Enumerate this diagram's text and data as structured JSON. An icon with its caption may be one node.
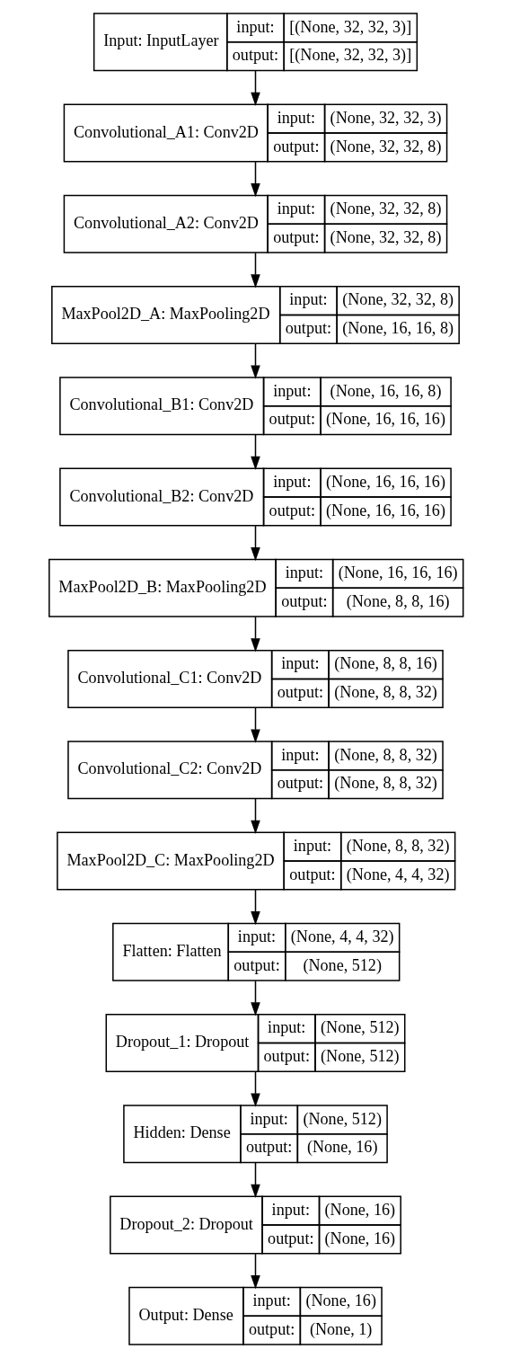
{
  "diagram": {
    "nodes": [
      {
        "text": [
          "Input: InputLayer",
          "input:",
          "[(None, 32, 32, 3)]",
          "output:",
          "[(None, 32, 32, 3)]"
        ]
      },
      {
        "text": [
          "Convolutional_A1: Conv2D",
          "input:",
          "(None, 32, 32, 3)",
          "output:",
          "(None, 32, 32, 8)"
        ]
      },
      {
        "text": [
          "Convolutional_A2: Conv2D",
          "input:",
          "(None, 32, 32, 8)",
          "output:",
          "(None, 32, 32, 8)"
        ]
      },
      {
        "text": [
          "MaxPool2D_A: MaxPooling2D",
          "input:",
          "(None, 32, 32, 8)",
          "output:",
          "(None, 16, 16, 8)"
        ]
      },
      {
        "text": [
          "Convolutional_B1: Conv2D",
          "input:",
          "(None, 16, 16, 8)",
          "output:",
          "(None, 16, 16, 16)"
        ]
      },
      {
        "text": [
          "Convolutional_B2: Conv2D",
          "input:",
          "(None, 16, 16, 16)",
          "output:",
          "(None, 16, 16, 16)"
        ]
      },
      {
        "text": [
          "MaxPool2D_B: MaxPooling2D",
          "input:",
          "(None, 16, 16, 16)",
          "output:",
          "(None, 8, 8, 16)"
        ]
      },
      {
        "text": [
          "Convolutional_C1: Conv2D",
          "input:",
          "(None, 8, 8, 16)",
          "output:",
          "(None, 8, 8, 32)"
        ]
      },
      {
        "text": [
          "Convolutional_C2: Conv2D",
          "input:",
          "(None, 8, 8, 32)",
          "output:",
          "(None, 8, 8, 32)"
        ]
      },
      {
        "text": [
          "MaxPool2D_C: MaxPooling2D",
          "input:",
          "(None, 8, 8, 32)",
          "output:",
          "(None, 4, 4, 32)"
        ]
      },
      {
        "text": [
          "Flatten: Flatten",
          "input:",
          "(None, 4, 4, 32)",
          "output:",
          "(None, 512)"
        ]
      },
      {
        "text": [
          "Dropout_1: Dropout",
          "input:",
          "(None, 512)",
          "output:",
          "(None, 512)"
        ]
      },
      {
        "text": [
          "Hidden: Dense",
          "input:",
          "(None, 512)",
          "output:",
          "(None, 16)"
        ]
      },
      {
        "text": [
          "Dropout_2: Dropout",
          "input:",
          "(None, 16)",
          "output:",
          "(None, 16)"
        ]
      },
      {
        "text": [
          "Output: Dense",
          "input:",
          "(None, 16)",
          "output:",
          "(None, 1)"
        ]
      }
    ],
    "edges": [
      {
        "from": 0,
        "to": 1,
        "arrow": "to"
      },
      {
        "from": 1,
        "to": 2,
        "arrow": "to"
      },
      {
        "from": 2,
        "to": 3,
        "arrow": "to"
      },
      {
        "from": 3,
        "to": 4,
        "arrow": "to"
      },
      {
        "from": 4,
        "to": 5,
        "arrow": "to"
      },
      {
        "from": 5,
        "to": 6,
        "arrow": "to"
      },
      {
        "from": 6,
        "to": 7,
        "arrow": "to"
      },
      {
        "from": 7,
        "to": 8,
        "arrow": "to"
      },
      {
        "from": 8,
        "to": 9,
        "arrow": "to"
      },
      {
        "from": 9,
        "to": 10,
        "arrow": "to"
      },
      {
        "from": 10,
        "to": 11,
        "arrow": "to"
      },
      {
        "from": 11,
        "to": 12,
        "arrow": "to"
      },
      {
        "from": 12,
        "to": 13,
        "arrow": "to"
      },
      {
        "from": 13,
        "to": 14,
        "arrow": "to"
      }
    ]
  }
}
